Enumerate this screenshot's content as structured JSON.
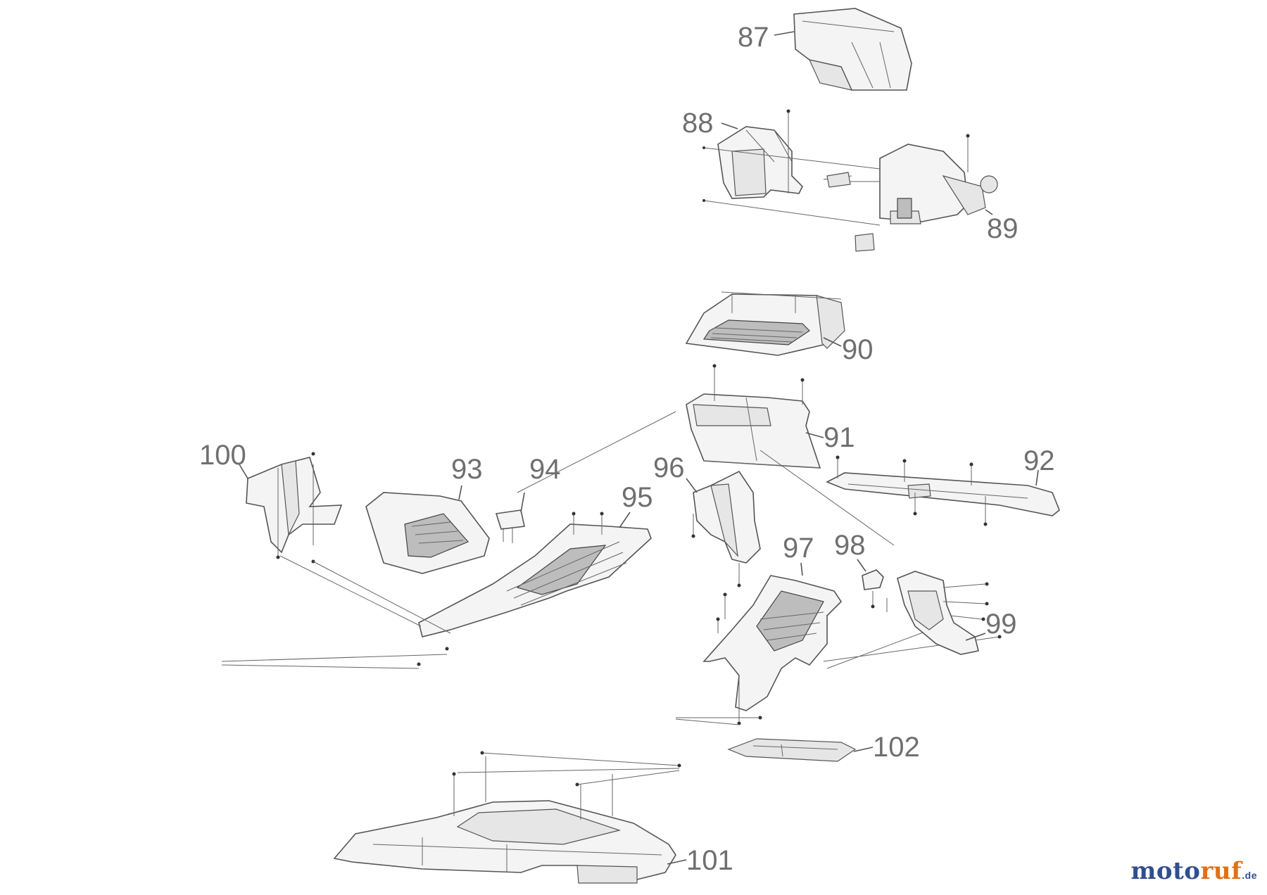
{
  "diagram": {
    "callouts": [
      "87",
      "88",
      "89",
      "90",
      "91",
      "92",
      "93",
      "94",
      "95",
      "96",
      "97",
      "98",
      "99",
      "100",
      "101",
      "102"
    ]
  },
  "brand": {
    "prefix": "moto",
    "middle": "ruf",
    "tld": ".de",
    "colors": {
      "prefix": "#2f4f8f",
      "middle": "#e0701a",
      "tld": "#2f4f8f"
    }
  }
}
